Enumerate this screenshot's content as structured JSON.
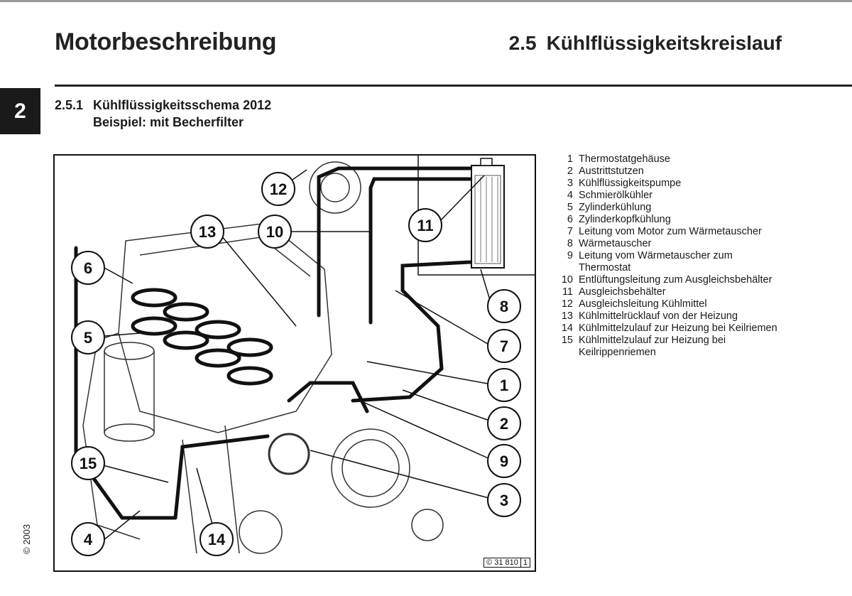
{
  "header": {
    "left_title": "Motorbeschreibung",
    "section_number": "2.5",
    "section_title": "Kühlflüssigkeitskreislauf"
  },
  "chapter_tab": "2",
  "subsection": {
    "number": "2.5.1",
    "title": "Kühlflüssigkeitsschema 2012",
    "subtitle": "Beispiel: mit Becherfilter"
  },
  "figure": {
    "copyright_box": "© 31 810",
    "copyright_box_page": "1",
    "callouts": [
      "1",
      "2",
      "3",
      "4",
      "5",
      "6",
      "7",
      "8",
      "9",
      "10",
      "11",
      "12",
      "13",
      "14",
      "15"
    ]
  },
  "legend": [
    {
      "num": "1",
      "text": "Thermostatgehäuse"
    },
    {
      "num": "2",
      "text": "Austrittstutzen"
    },
    {
      "num": "3",
      "text": "Kühlflüssigkeitspumpe"
    },
    {
      "num": "4",
      "text": "Schmierölkühler"
    },
    {
      "num": "5",
      "text": "Zylinderkühlung"
    },
    {
      "num": "6",
      "text": "Zylinderkopfkühlung"
    },
    {
      "num": "7",
      "text": "Leitung vom Motor zum Wärmetauscher"
    },
    {
      "num": "8",
      "text": "Wärmetauscher"
    },
    {
      "num": "9",
      "text": "Leitung vom Wärmetauscher zum Thermostat"
    },
    {
      "num": "10",
      "text": "Entlüftungsleitung zum Ausgleichsbehälter"
    },
    {
      "num": "11",
      "text": "Ausgleichsbehälter"
    },
    {
      "num": "12",
      "text": "Ausgleichsleitung Kühlmittel"
    },
    {
      "num": "13",
      "text": "Kühlmittelrücklauf von der Heizung"
    },
    {
      "num": "14",
      "text": "Kühlmittelzulauf zur Heizung bei Keilriemen"
    },
    {
      "num": "15",
      "text": "Kühlmittelzulauf zur Heizung bei Keilrippenriemen"
    }
  ],
  "side_copyright": "© 2003",
  "colors": {
    "ink": "#111111",
    "rule": "#222222",
    "tab": "#1a1a1a"
  }
}
